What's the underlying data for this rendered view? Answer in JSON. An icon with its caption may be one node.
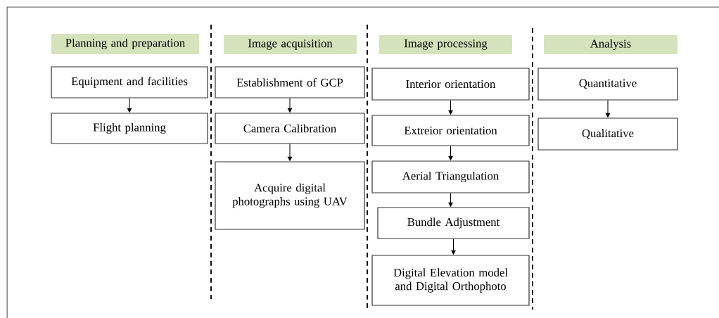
{
  "diagram": {
    "nodes": [
      {
        "text": [
          "Planning and preparation"
        ]
      },
      {
        "text": [
          "Equipment and facilities"
        ]
      },
      {
        "text": [
          "Flight planning"
        ]
      },
      {
        "text": [
          "Image acquisition"
        ]
      },
      {
        "text": [
          "Establishment of GCP"
        ]
      },
      {
        "text": [
          "Camera Calibration"
        ]
      },
      {
        "text": [
          "Acquire digital photographs using UAV"
        ]
      },
      {
        "text": [
          "Image processing"
        ]
      },
      {
        "text": [
          "Interior orientation"
        ]
      },
      {
        "text": [
          "Extreior orientation"
        ]
      },
      {
        "text": [
          "Aerial Triangulation"
        ]
      },
      {
        "text": [
          "Bundle Adjustment"
        ]
      },
      {
        "text": [
          "Digital Elevation model and Digital Orthophoto"
        ]
      },
      {
        "text": [
          "Analysis"
        ]
      },
      {
        "text": [
          "Quantitative"
        ]
      },
      {
        "text": [
          "Qualitative"
        ]
      }
    ],
    "edges": [
      {
        "from": 1,
        "to": 2,
        "arrow": "to"
      },
      {
        "from": 4,
        "to": 5,
        "arrow": "to"
      },
      {
        "from": 5,
        "to": 6,
        "arrow": "to"
      },
      {
        "from": 8,
        "to": 9,
        "arrow": "to"
      },
      {
        "from": 9,
        "to": 10,
        "arrow": "to"
      },
      {
        "from": 10,
        "to": 11,
        "arrow": "to"
      },
      {
        "from": 11,
        "to": 12,
        "arrow": "to"
      },
      {
        "from": 14,
        "to": 15,
        "arrow": "to"
      }
    ]
  }
}
